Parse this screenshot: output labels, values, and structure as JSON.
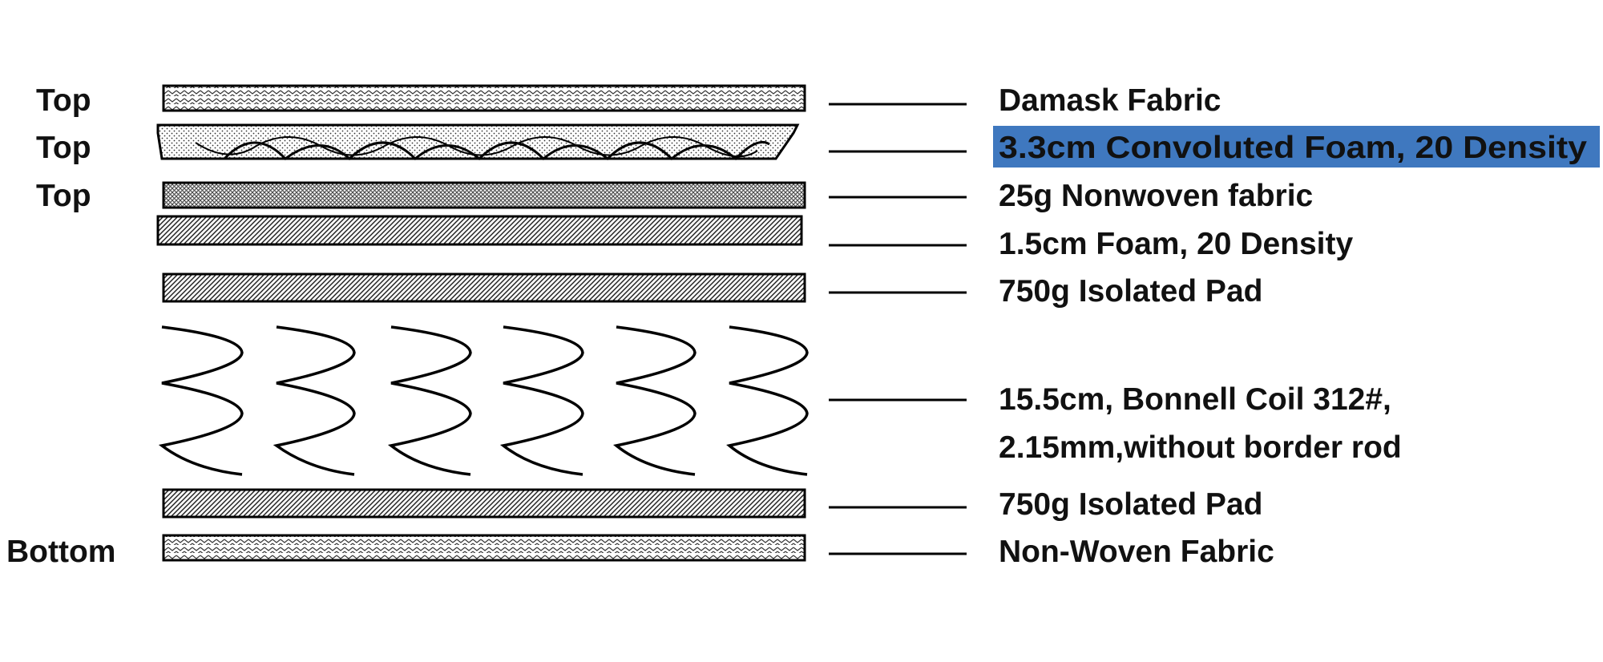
{
  "side_labels": {
    "top_1": "Top",
    "top_2": "Top",
    "top_3": "Top",
    "bottom": "Bottom"
  },
  "layers": [
    {
      "id": "damask-fabric",
      "label": "Damask Fabric",
      "pattern": "zigzag",
      "highlighted": false
    },
    {
      "id": "convoluted-foam",
      "label": "3.3cm Convoluted Foam, 20 Density",
      "pattern": "dots-wave",
      "highlighted": true,
      "highlight_color": "#3f78bf"
    },
    {
      "id": "nonwoven-25g",
      "label": "25g Nonwoven fabric",
      "pattern": "crosshatch",
      "highlighted": false
    },
    {
      "id": "foam-1-5",
      "label": "1.5cm Foam, 20 Density",
      "pattern": "diagonal",
      "highlighted": false
    },
    {
      "id": "isolated-pad-top",
      "label": "750g Isolated Pad",
      "pattern": "diagonal",
      "highlighted": false
    },
    {
      "id": "bonnell-coil",
      "label_line1": "15.5cm, Bonnell Coil 312#,",
      "label_line2": "2.15mm,without border rod",
      "pattern": "coils",
      "highlighted": false
    },
    {
      "id": "isolated-pad-bottom",
      "label": "750g Isolated Pad",
      "pattern": "diagonal",
      "highlighted": false
    },
    {
      "id": "non-woven-fabric",
      "label": "Non-Woven Fabric",
      "pattern": "zigzag",
      "highlighted": false
    }
  ]
}
